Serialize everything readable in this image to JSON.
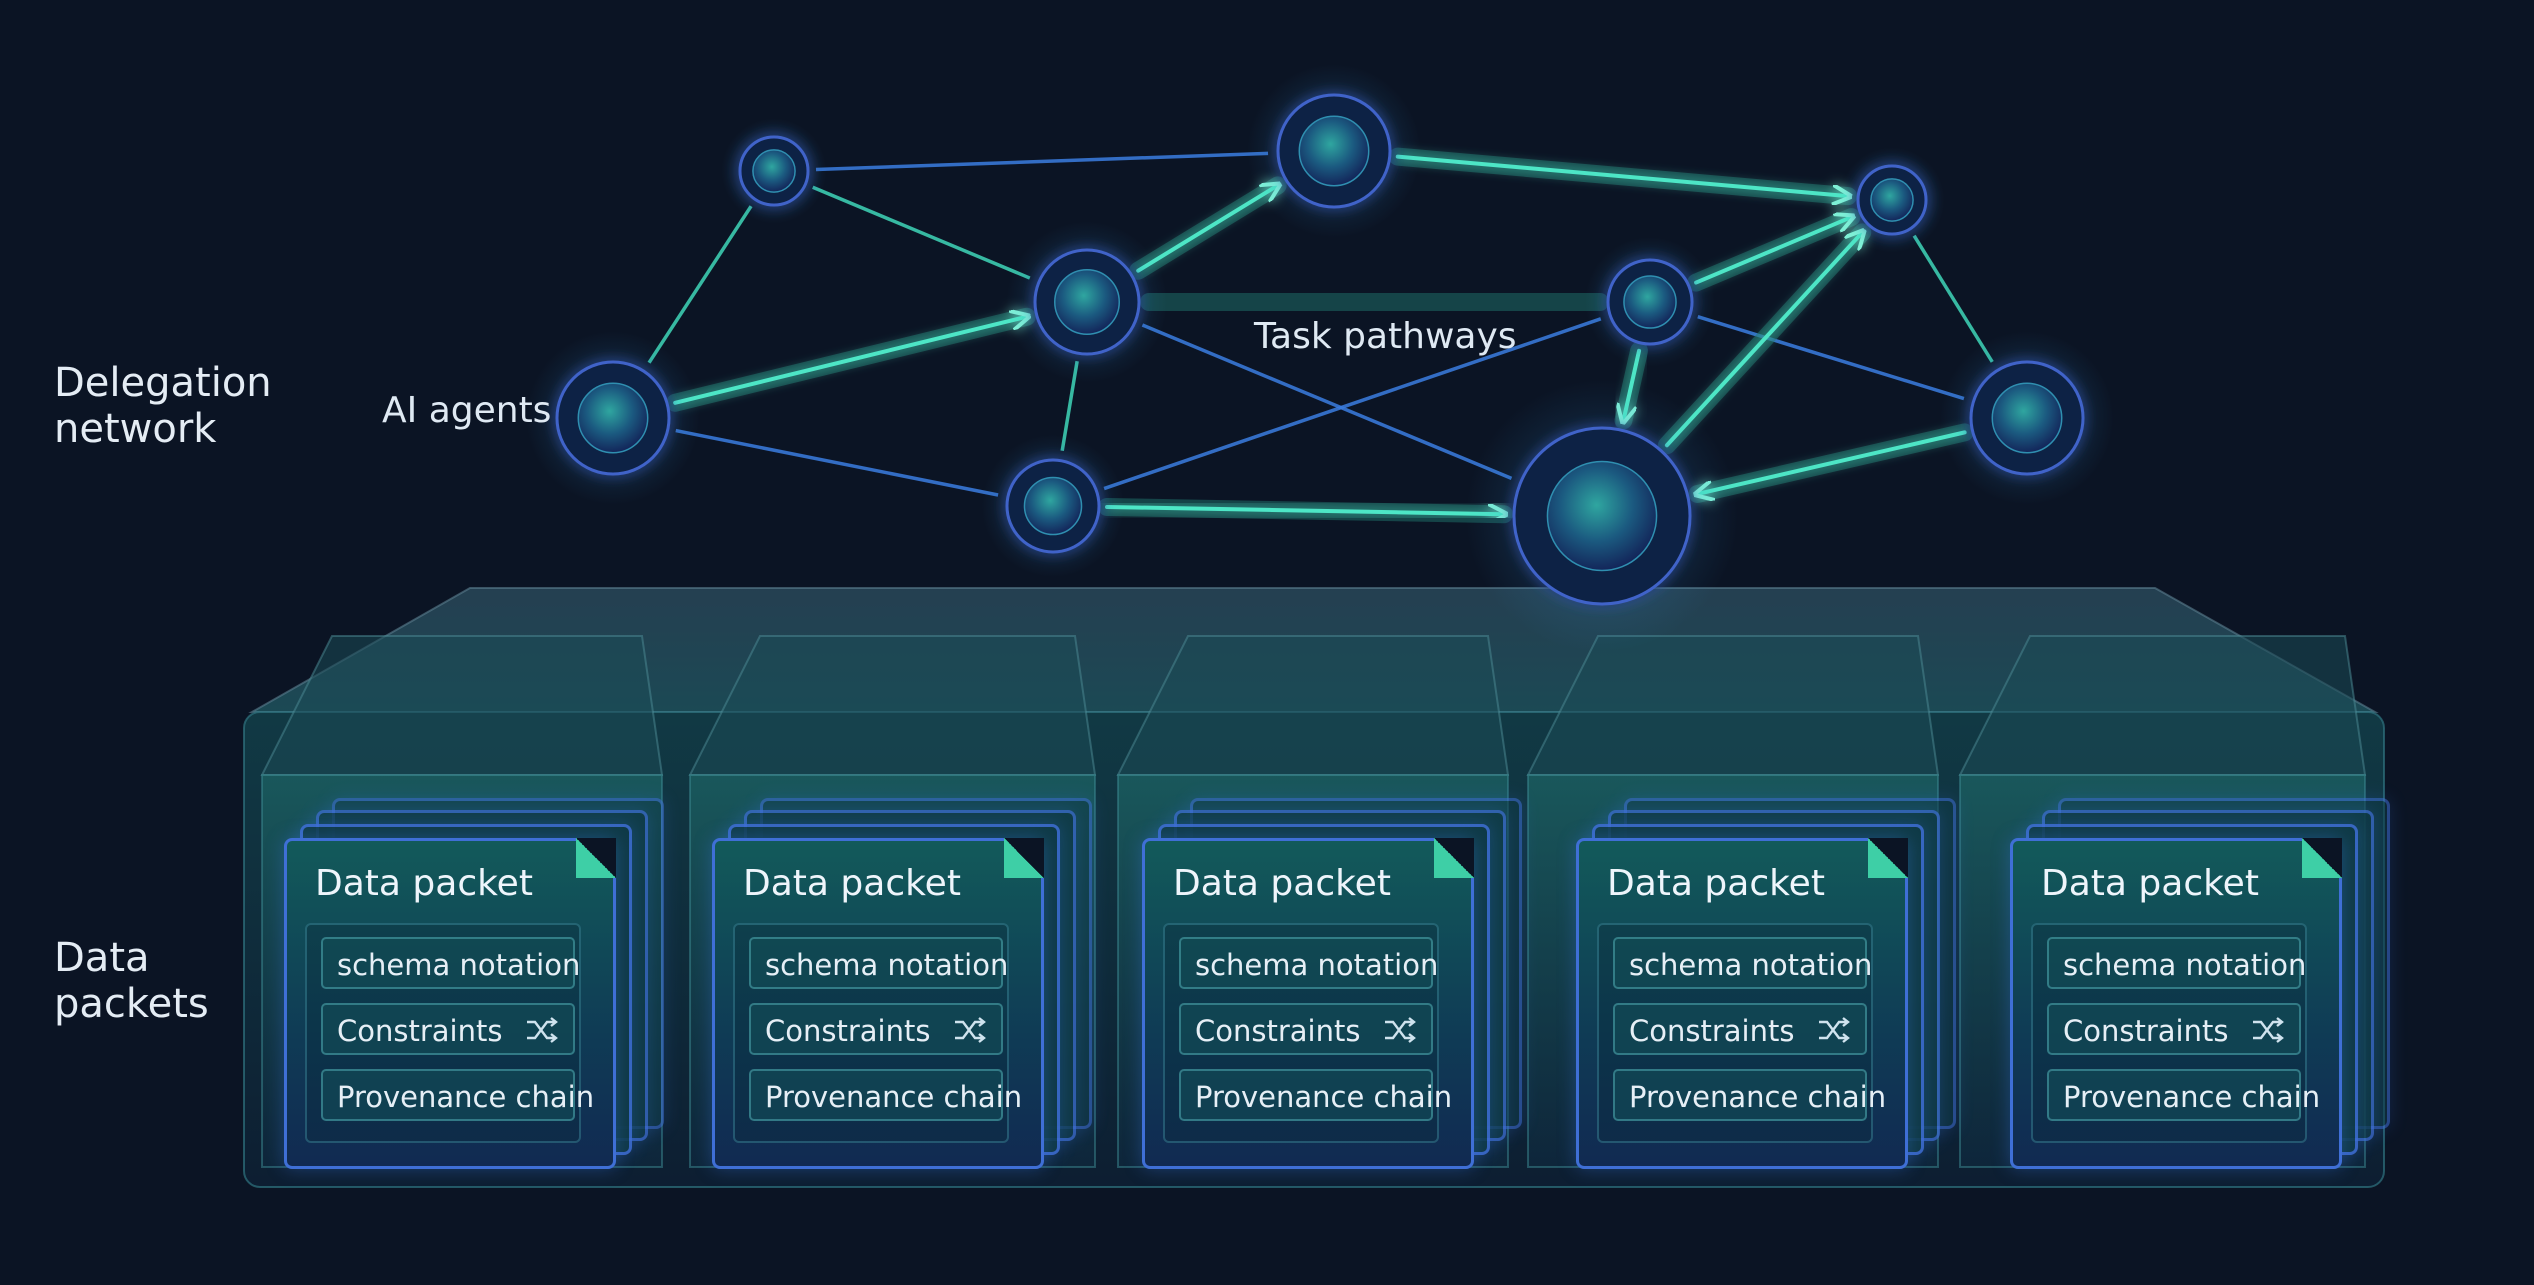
{
  "labels": {
    "delegation_network": "Delegation\nnetwork",
    "data_packets": "Data\npackets",
    "ai_agents": "AI agents",
    "task_pathways": "Task pathways"
  },
  "packet": {
    "title": "Data packet",
    "fields": [
      "schema notation",
      "Constraints",
      "Provenance chain"
    ]
  },
  "colors": {
    "background": "#0b1424",
    "link": "#3fd6b8",
    "link_blue": "#3b7de0",
    "node_fill": "#1c6f86",
    "node_ring": "#3f64c9",
    "tray": "#1a4e58"
  }
}
